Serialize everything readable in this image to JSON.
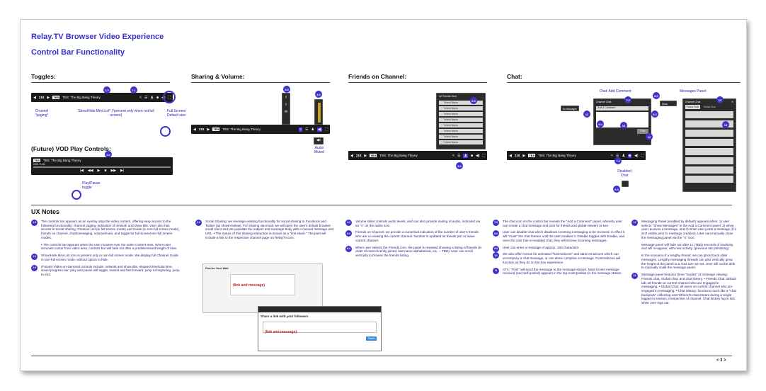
{
  "title": "Relay.TV Browser Video Experience",
  "subtitle": "Control Bar Functionality",
  "sections": {
    "toggles": "Toggles:",
    "sharing": "Sharing & Volume:",
    "friends": "Friends on Channel:",
    "chat": "Chat:",
    "vod": "(Future) VOD Play Controls:",
    "ux": "UX Notes"
  },
  "bar": {
    "channel": "218",
    "logo": "TBS",
    "show": "TBS: The Big Bang Theory",
    "elapsed": "0:00 / 1:00"
  },
  "notes": {
    "channel_paging": "Channel \"paging\"",
    "showhide": "Show/Hide Mini List* (*present only when not full screen)",
    "fullscreen": "Full Screen/ Default size",
    "playpause": "Play/Pause toggle",
    "audio_muted": "Audio Muted",
    "disabled_chat": "Disabled Chat",
    "chat_add": "Chat: Add Comment",
    "messages_panel": "Messages Panel:"
  },
  "badges": {
    "b10": "1.0",
    "b11": "1.1",
    "b20": "2.0",
    "b30": "3.0",
    "b40": "4.0",
    "b50": "5.0",
    "b60": "6.0",
    "b70": "7.0",
    "b80": "8.0",
    "b90": "9.0",
    "b100": "10",
    "b110": "11",
    "b120": "12",
    "b130": "13"
  },
  "friends_panel": {
    "header": "12 Friends Here",
    "items": [
      "Friend Name",
      "Friend Name",
      "Friend Name",
      "Friend Name",
      "Friend Name",
      "Friend Name",
      "Friend Name",
      "Friend Name"
    ]
  },
  "chat_panel": {
    "header": "Channel Chat",
    "tab_friends": "Friend Chat",
    "tab_global": "Global Chat",
    "add_comment": "Add a Comment",
    "post": "Post",
    "show_messages": "Show Messages",
    "no_messages": "No Messages"
  },
  "ux": {
    "c1": [
      {
        "n": "1.0",
        "t": "The controls bar appears as an overlay atop the video content, offering easy access to the following functionality: channel paging, indication of network and show title. User also has access to social sharing, Channel List (in full screen mode) and Guide (in non-full screen mode), friends on channel, chat/messaging, volume/mute, and toggle for full screen/non-full screen modes."
      },
      {
        "n": "",
        "t": "• The controls bar appears when the user mouses-over the video content area. When user removes cursor from video area, controls bar will fade out after a predetermined length of time."
      },
      {
        "n": "1.1",
        "t": "Show/Hide Mini List icon is present only in non-full screen mode. We display full Channel Guide in non-full screen mode, without option to hide."
      },
      {
        "n": "2.0",
        "t": "(Future) Video-on-Demand controls include: network and show title, elapsed time/total time, visual progress bar; play and pause will toggle, rewind and fast forward, jump to beginning, jump to end."
      }
    ],
    "c2": [
      {
        "n": "3.0",
        "t": "Social Sharing: we leverage existing functionality for social sharing to Facebook and Twitter (as shown below). For sharing via email, we will open the user's default browser email client and pre-populate the subject and message body with a canned message and URL. • The nature of this sharing interaction is known as a \"link share.\" The post will include a link to the respective channel page on RelayTv.com."
      }
    ],
    "c3": [
      {
        "n": "4.0",
        "t": "Volume slider controls audio levels, and can also provide muting of audio, indicated via an \"x\" on the audio icon."
      },
      {
        "n": "5.0",
        "t": "Friends on Channel: we provide a numerical indication of the number of user's friends who are co-viewing the current channel. Number is updated as friends join or leave current channel."
      },
      {
        "n": "6.0",
        "t": "When user selects the Friends icon, the panel is revealed showing a listing of friends (in order of most recently joined, last-name alphabetical, etc. -- TBD). User can scroll vertically to browse the friends listing."
      }
    ],
    "c4": [
      {
        "n": "7.0",
        "t": "The chat icon on the control bar reveals the \"Add a Comment\" panel, whereby user can create a chat message and post for friends and global viewers to see."
      },
      {
        "n": "8.0",
        "t": "User can disable chat which disallows incoming messaging to be received; in effect it will \"mute\" the chat feature until the user enables it. Disable toggles with Enable, and once the user has re-enabled chat, they will receive incoming messages."
      },
      {
        "n": "9.0",
        "t": "User can enter a message of approx. 180 characters."
      },
      {
        "n": "10",
        "t": "We also offer menus for animated \"funimoticons\" and static emoticons which can accompany a chat message, or can alone comprise a message. Funimoticons will function as they do on the box experience."
      },
      {
        "n": "11",
        "t": "CTA: \"Post\" will send the message to the message stream. Most recent message received (and self-posted) appears in the top-most position in the message stream."
      }
    ],
    "c5": [
      {
        "n": "12",
        "t": "Messaging Panel (enabled by default) appears when: 1) user selects \"Show Messages\" in the Add a Comment panel; 2) when user receives a message, and 3) when user posts a message (if it isn't visible prior to message creation). User can manually close the messaging panel via the \"X\" icon."
      },
      {
        "n": "",
        "t": "Message panel will fade out after 11 (TBD) seconds of inactivity, and will re-appear, with new activity. (previous tab persisting)."
      },
      {
        "n": "",
        "t": "In the scenario of a lengthy thread, we can ghost back older messages. Lengthy messaging threads can also vertically grow the height of the panel to a max size we set. User will not be able to manually scale the message panel."
      },
      {
        "n": "13",
        "t": "Message panel features three \"modes\" of message viewing: Friends chat, Global chat, and chat history. • Friends Chat: default tab; all friends on current channel who are engaged in messaging. • Global Chat: all users on current channel who are engaged in messaging. • Chat History: functions much like a \"chat backpack\" collecting user's/friend's chat stream during a single logged-in session, irrespective of channel. Chat history log is lost when user logs out."
      }
    ]
  },
  "share_shot": {
    "header": "Post to Your Wall",
    "msg": "(link and message)",
    "title2": "Share a link with your followers",
    "msg2": "(link and message)",
    "btn": "Tweet"
  },
  "page": "< 3 >"
}
